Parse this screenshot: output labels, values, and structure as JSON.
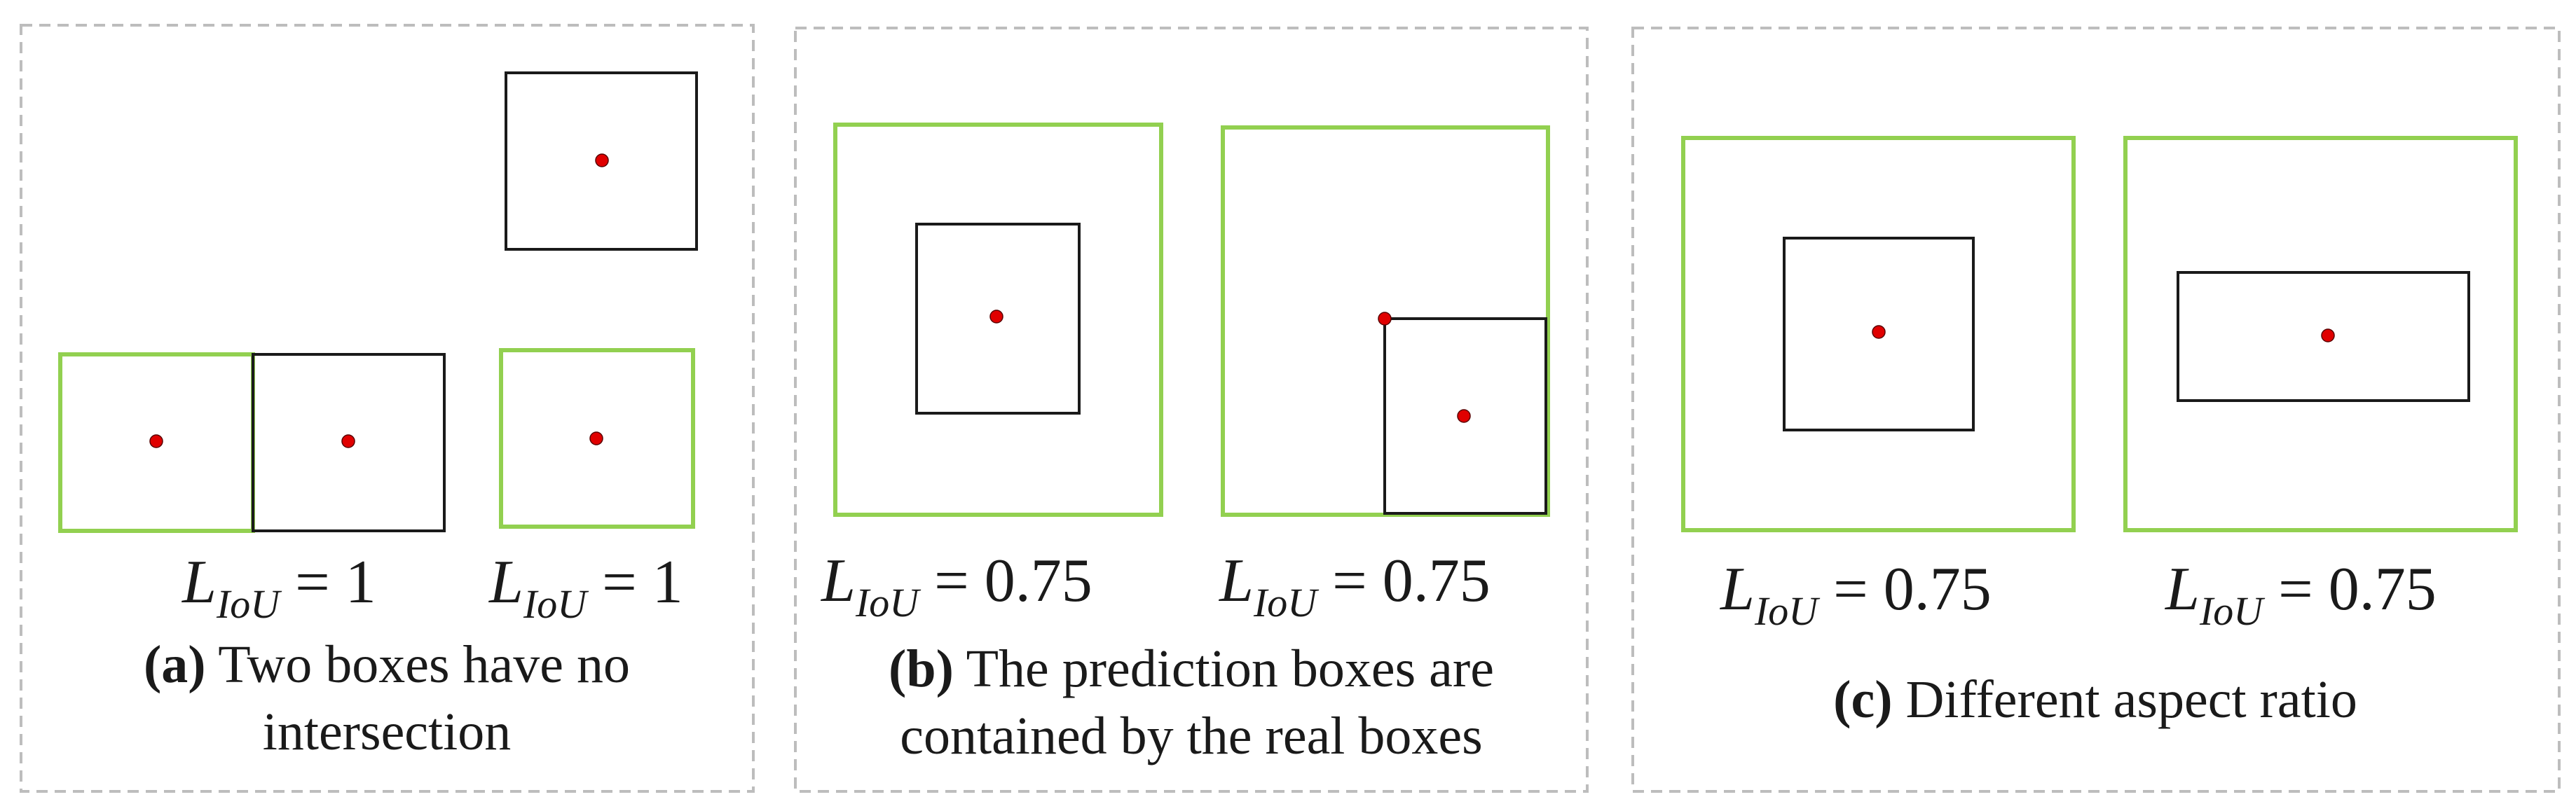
{
  "panels": [
    {
      "id": "a",
      "letter": "(a)",
      "caption_line1": "Two boxes have no",
      "caption_line2": "intersection",
      "equations": [
        {
          "symbol": "L",
          "subscript": "IoU",
          "relation": " = ",
          "value": "1"
        },
        {
          "symbol": "L",
          "subscript": "IoU",
          "relation": " = ",
          "value": "1"
        }
      ]
    },
    {
      "id": "b",
      "letter": "(b)",
      "caption_line1": "The prediction boxes are",
      "caption_line2": "contained by the real boxes",
      "equations": [
        {
          "symbol": "L",
          "subscript": "IoU",
          "relation": " = ",
          "value": "0.75"
        },
        {
          "symbol": "L",
          "subscript": "IoU",
          "relation": " = ",
          "value": "0.75"
        }
      ]
    },
    {
      "id": "c",
      "letter": "(c)",
      "caption_line1": "Different aspect ratio",
      "equations": [
        {
          "symbol": "L",
          "subscript": "IoU",
          "relation": " = ",
          "value": "0.75"
        },
        {
          "symbol": "L",
          "subscript": "IoU",
          "relation": " = ",
          "value": "0.75"
        }
      ]
    }
  ],
  "colors": {
    "real_box": "#92d050",
    "prediction_box": "#1a1a1a",
    "center_point": "#e00000",
    "panel_border": "#bdbdbd"
  }
}
